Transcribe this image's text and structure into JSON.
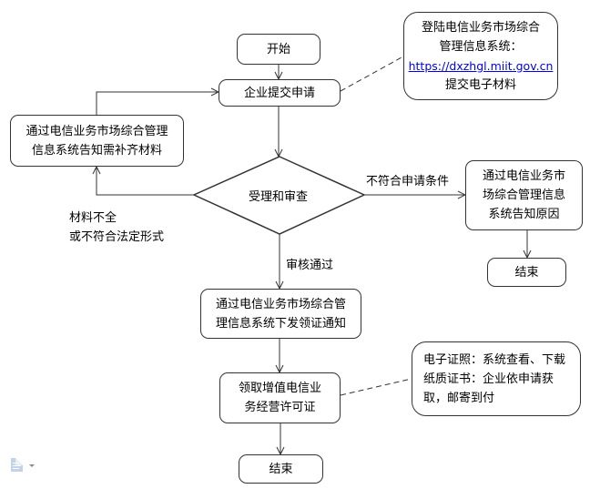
{
  "flowchart": {
    "start": "开始",
    "submit": "企业提交申请",
    "submit_note": {
      "line1": "登陆电信业务市场综合",
      "line2": "管理信息系统：",
      "link": "https://dxzhgl.miit.gov.cn",
      "line4": "提交电子材料"
    },
    "supplement": {
      "line1": "通过电信业务市场综合管理",
      "line2": "信息系统告知需补齐材料"
    },
    "review": "受理和审查",
    "incomplete_label": {
      "line1": "材料不全",
      "line2": "或不符合法定形式"
    },
    "reject_label": "不符合申请条件",
    "reject": {
      "line1": "通过电信业务市",
      "line2": "场综合管理信息",
      "line3": "系统告知原因"
    },
    "end_reject": "结束",
    "approved_label": "审核通过",
    "notice": {
      "line1": "通过电信业务市场综合管",
      "line2": "理信息系统下发领证通知"
    },
    "collect": {
      "line1": "领取增值电信业",
      "line2": "务经营许可证"
    },
    "collect_note": {
      "line1": "电子证照：系统查看、下载",
      "line2": "纸质证书：企业依申请获",
      "line3": "取，邮寄到付"
    },
    "end": "结束"
  },
  "colors": {
    "stroke": "#333333",
    "link": "#0000ee",
    "doc_icon": "#c2d3ea"
  },
  "icons": {
    "doc": "document-icon",
    "dropdown": "dropdown-arrow-icon"
  }
}
